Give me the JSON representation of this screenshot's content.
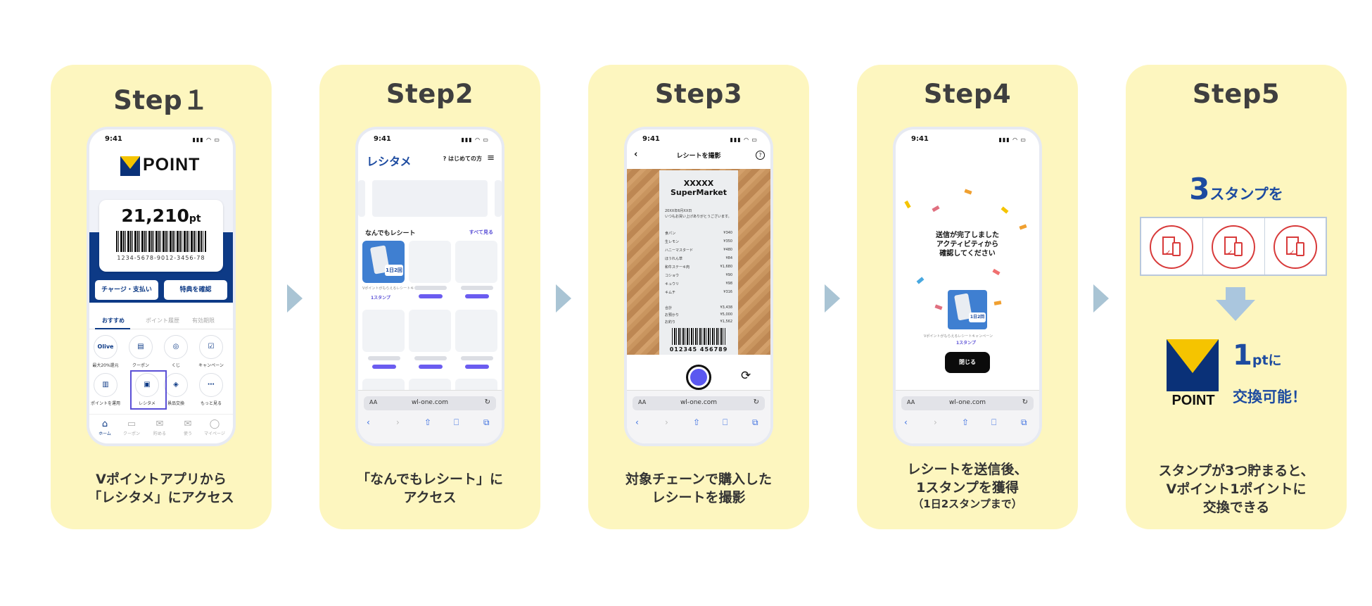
{
  "colors": {
    "card_bg": "#fdf6bf",
    "arrow": "#a9c4d4",
    "brand_blue": "#0d3a86",
    "brand_yellow": "#f5c400",
    "accent_purple": "#6b5cf0",
    "stamp_red": "#d83a3a"
  },
  "steps": [
    {
      "title": "Step１",
      "caption_lines": [
        "Vポイントアプリから",
        "「レシタメ」にアクセス"
      ]
    },
    {
      "title": "Step2",
      "caption_lines": [
        "「なんでもレシート」に",
        "アクセス"
      ]
    },
    {
      "title": "Step3",
      "caption_lines": [
        "対象チェーンで購入した",
        "レシートを撮影"
      ]
    },
    {
      "title": "Step4",
      "caption_lines": [
        "レシートを送信後、",
        "1スタンプを獲得"
      ],
      "caption_note": "（1日2スタンプまで）"
    },
    {
      "title": "Step5",
      "caption_lines": [
        "スタンプが3つ貯まると、",
        "Vポイント1ポイントに",
        "交換できる"
      ]
    }
  ],
  "status": {
    "time": "9:41",
    "icons": "▮▮▮ ◠ ▭"
  },
  "browser": {
    "aa": "AA",
    "url": "wl-one.com",
    "reload": "↻",
    "nav": [
      "‹",
      "›",
      "⇧",
      "⎕",
      "⧉"
    ]
  },
  "step1": {
    "logo_text": "POINT",
    "points": "21,210",
    "points_unit": "pt",
    "barcode_number": "1234-5678-9012-3456-78",
    "btn_charge": "チャージ・支払い",
    "btn_benefit": "特典を確認",
    "tabs": [
      "おすすめ",
      "ポイント履歴",
      "有効期限"
    ],
    "icons": [
      {
        "glyph": "Olive",
        "label": "最大20%還元"
      },
      {
        "glyph": "▤",
        "label": "クーポン"
      },
      {
        "glyph": "◎",
        "label": "くじ"
      },
      {
        "glyph": "☑",
        "label": "キャンペーン"
      },
      {
        "glyph": "▥",
        "label": "ポイントを運用"
      },
      {
        "glyph": "▣",
        "label": "レシタメ"
      },
      {
        "glyph": "◈",
        "label": "景品交換"
      },
      {
        "glyph": "⋯",
        "label": "もっと見る"
      }
    ],
    "tabbar": [
      {
        "glyph": "⌂",
        "label": "ホーム"
      },
      {
        "glyph": "▭",
        "label": "クーポン"
      },
      {
        "glyph": "✉",
        "label": "貯める"
      },
      {
        "glyph": "✉",
        "label": "使う"
      },
      {
        "glyph": "◯",
        "label": "マイページ"
      }
    ]
  },
  "step2": {
    "title": "レシタメ",
    "help": "? はじめての方",
    "menu": "≡",
    "section": "なんでもレシート",
    "see_all": "すべて見る",
    "badge": "1日2回",
    "tiny_text": "Vポイントがもらえるレシートキャンペーン",
    "stamp_label": "1スタンプ"
  },
  "step3": {
    "back": "‹",
    "header": "レシートを撮影",
    "help": "?",
    "store_line1": "XXXXX",
    "store_line2": "SuperMarket",
    "date": "20XX年6月XX日",
    "thanks": "いつもお買い上げありがとうございます。",
    "items": [
      {
        "name": "食パン",
        "price": "¥340"
      },
      {
        "name": "生レモン",
        "price": "¥350"
      },
      {
        "name": "ハニーマスタード",
        "price": "¥480"
      },
      {
        "name": "ほうれん草",
        "price": "¥84"
      },
      {
        "name": "和牛ステーキ肉",
        "price": "¥1,680"
      },
      {
        "name": "コショウ",
        "price": "¥90"
      },
      {
        "name": "キュウリ",
        "price": "¥98"
      },
      {
        "name": "キムチ",
        "price": "¥316"
      }
    ],
    "totals": [
      {
        "name": "合計",
        "price": "¥3,438"
      },
      {
        "name": "お預かり",
        "price": "¥5,000"
      },
      {
        "name": "お釣り",
        "price": "¥1,562"
      }
    ],
    "barcode_number": "012345 456789",
    "flip": "⟳"
  },
  "step4": {
    "message_lines": [
      "送信が完了しました",
      "アクティビティから",
      "確認してください"
    ],
    "badge": "1日2回",
    "tiny_text": "Vポイントがもらえるレシートキャンペーン",
    "stamp_label": "1スタンプ",
    "close": "閉じる"
  },
  "step5": {
    "stamp_count": "3",
    "stamp_text": "スタンプを",
    "logo_text": "POINT",
    "pt_num": "1",
    "pt_unit": "ptに",
    "exchange": "交換可能！"
  }
}
